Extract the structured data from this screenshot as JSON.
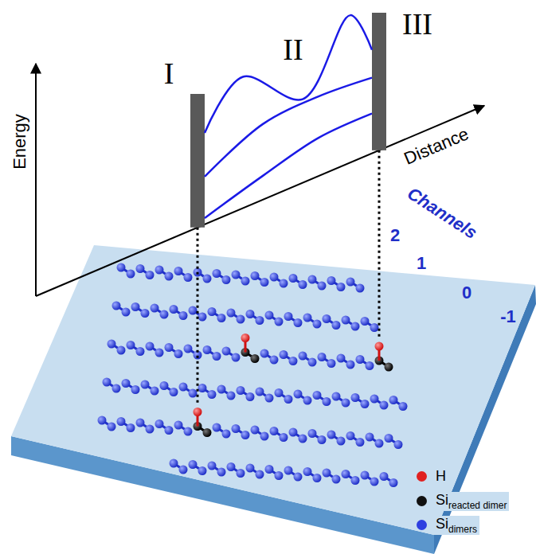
{
  "diagram": {
    "labels": [
      "I",
      "II",
      "III",
      "Energy",
      "Distance",
      "Channels",
      "2",
      "1",
      "0",
      "-1"
    ],
    "legend": [
      {
        "text": "H",
        "color": "#e02020"
      },
      {
        "text": "Sireacted dimer",
        "color": "#111111"
      },
      {
        "text": "Sidimers",
        "color": "#2e3fe0"
      }
    ]
  }
}
